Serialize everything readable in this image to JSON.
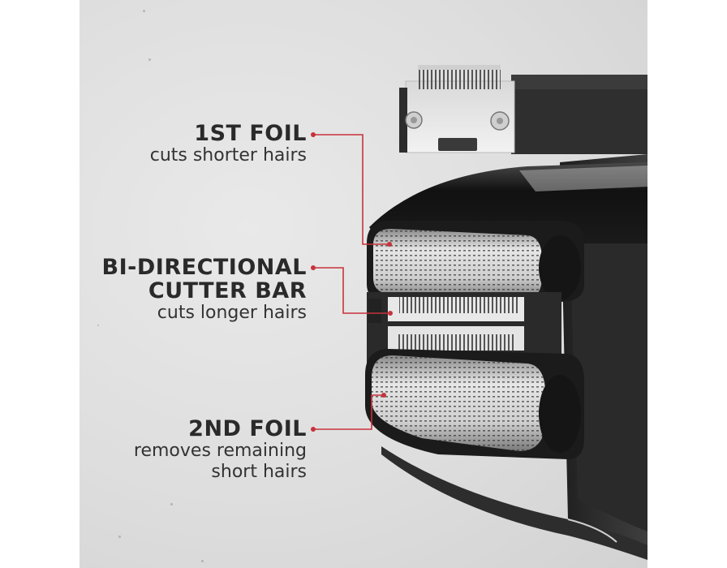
{
  "image": {
    "description": "Electric foil shaver product feature callout on concrete background",
    "background_color": "#e2e2e2",
    "accent_color": "#c8323c"
  },
  "callouts": [
    {
      "title": "1ST FOIL",
      "subtitle_lines": [
        "cuts shorter hairs"
      ]
    },
    {
      "title_lines": [
        "BI-DIRECTIONAL",
        "CUTTER BAR"
      ],
      "subtitle_lines": [
        "cuts longer hairs"
      ]
    },
    {
      "title": "2ND FOIL",
      "subtitle_lines": [
        "removes remaining",
        "short hairs"
      ]
    }
  ],
  "product": {
    "parts": [
      "trimmer-blade",
      "first-foil",
      "cutter-bar",
      "second-foil",
      "shaver-body"
    ],
    "body_color": "#2b2b2b",
    "foil_color": "#c9c9c9"
  }
}
